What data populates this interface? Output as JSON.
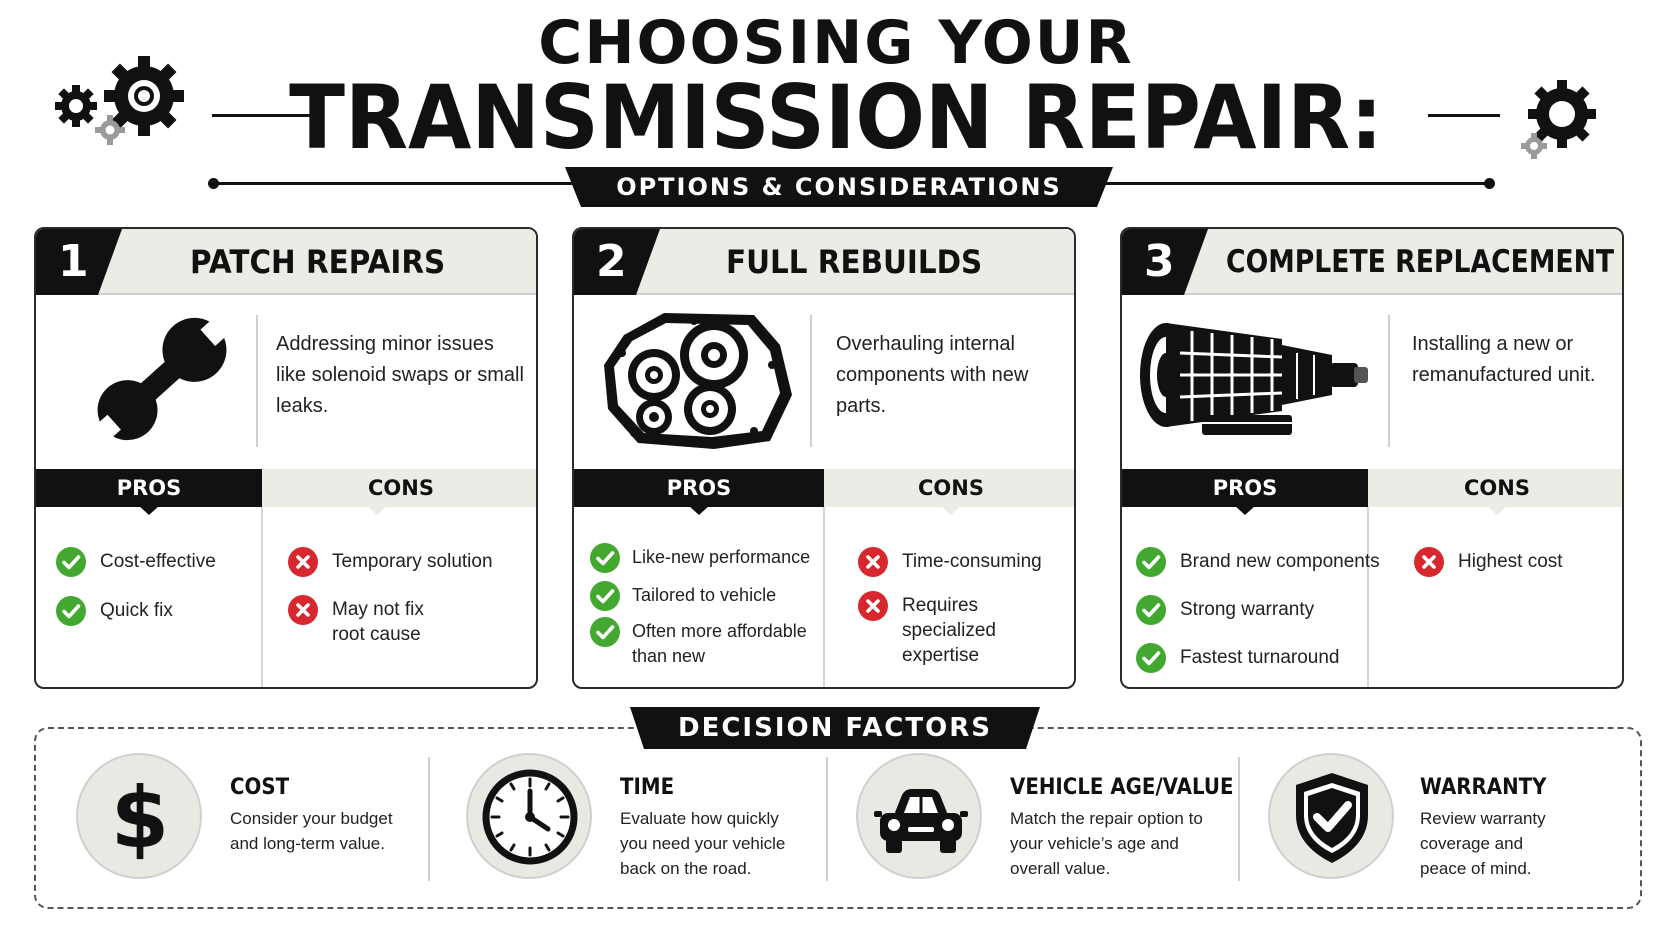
{
  "header": {
    "title_line1": "CHOOSING YOUR",
    "title_line2": "TRANSMISSION REPAIR:",
    "subtitle": "OPTIONS & CONSIDERATIONS",
    "decor_icons": [
      "gear-cluster-icon",
      "gear-icon"
    ]
  },
  "options": [
    {
      "number": "1",
      "title": "PATCH REPAIRS",
      "illustration": "wrench-icon",
      "description": "Addressing minor issues like solenoid swaps or small leaks.",
      "pros_label": "PROS",
      "cons_label": "CONS",
      "pros": [
        "Cost-effective",
        "Quick fix"
      ],
      "cons": [
        "Temporary solution",
        "May not fix\nroot cause"
      ]
    },
    {
      "number": "2",
      "title": "FULL REBUILDS",
      "illustration": "gearbox-icon",
      "description": "Overhauling internal components with new parts.",
      "pros_label": "PROS",
      "cons_label": "CONS",
      "pros": [
        "Like-new performance",
        "Tailored to vehicle",
        "Often more affordable\nthan new"
      ],
      "cons": [
        "Time-consuming",
        "Requires\nspecialized\nexpertise"
      ]
    },
    {
      "number": "3",
      "title": "COMPLETE REPLACEMENT",
      "illustration": "transmission-unit-icon",
      "description": "Installing a new or remanufactured unit.",
      "pros_label": "PROS",
      "cons_label": "CONS",
      "pros": [
        "Brand new components",
        "Strong warranty",
        "Fastest turnaround"
      ],
      "cons": [
        "Highest cost"
      ]
    }
  ],
  "decision": {
    "label": "DECISION FACTORS",
    "factors": [
      {
        "icon": "dollar-icon",
        "title": "COST",
        "description": "Consider your budget and long-term value."
      },
      {
        "icon": "clock-icon",
        "title": "TIME",
        "description": "Evaluate how quickly you need your vehicle back on the road."
      },
      {
        "icon": "car-icon",
        "title": "VEHICLE AGE/VALUE",
        "description": "Match the repair option to your vehicle’s age and overall value."
      },
      {
        "icon": "shield-check-icon",
        "title": "WARRANTY",
        "description": "Review warranty coverage and peace of mind."
      }
    ]
  },
  "colors": {
    "ink": "#111111",
    "panel": "#ecebe6",
    "check": "#43a82f",
    "cross": "#d7282f"
  }
}
